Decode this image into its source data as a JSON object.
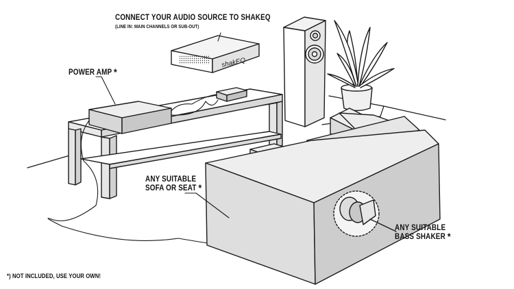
{
  "labels": {
    "source_title": "CONNECT YOUR AUDIO SOURCE TO SHAKEQ",
    "source_subtitle": "(LINE IN: MAIN CHANNELS OR SUB-OUT)",
    "power_amp": "POWER AMP",
    "sofa_line1": "ANY SUITABLE",
    "sofa_line2": "SOFA OR SEAT",
    "shaker_line1": "ANY SUITABLE",
    "shaker_line2": "BASS SHAKER",
    "asterisk": "*",
    "footnote": "*) NOT INCLUDED, USE YOUR OWN!"
  },
  "device": {
    "logo": "shakEQ"
  },
  "colors": {
    "ink": "#1a1a1a",
    "fill": "#e6e6e6",
    "fill_dark": "#cfcfcf",
    "background": "#ffffff"
  }
}
